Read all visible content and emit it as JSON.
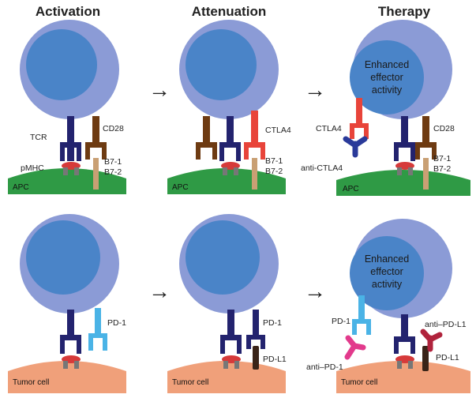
{
  "headers": {
    "activation": "Activation",
    "attenuation": "Attenuation",
    "therapy": "Therapy"
  },
  "labels": {
    "tcr": "TCR",
    "cd28": "CD28",
    "pmhc": "pMHC",
    "b71": "B7-1",
    "b72": "B7-2",
    "apc": "APC",
    "ctla4": "CTLA4",
    "anti_ctla4": "anti-CTLA4",
    "pd1": "PD-1",
    "pdl1": "PD-L1",
    "anti_pd1": "anti–PD-1",
    "anti_pdl1": "anti–PD-L1",
    "tumor_cell": "Tumor cell"
  },
  "enhanced_text": {
    "line1": "Enhanced",
    "line2": "effector",
    "line3": "activity"
  },
  "arrow_glyph": "→",
  "colors": {
    "tcell_outer": "#8b9bd6",
    "tcell_inner": "#4a84c8",
    "apc": "#2f9a45",
    "tumor": "#f0a07a",
    "tcr": "#23236e",
    "cd28": "#6e3b12",
    "ctla4": "#e8443a",
    "b7": "#c9a074",
    "pmhc": "#d63a3a",
    "pd1": "#4ab3e6",
    "pdl1": "#3a2418",
    "anti_pd1": "#e23a8c",
    "anti_pdl1": "#b0233c",
    "anti_ctla4": "#2a3a9a"
  }
}
